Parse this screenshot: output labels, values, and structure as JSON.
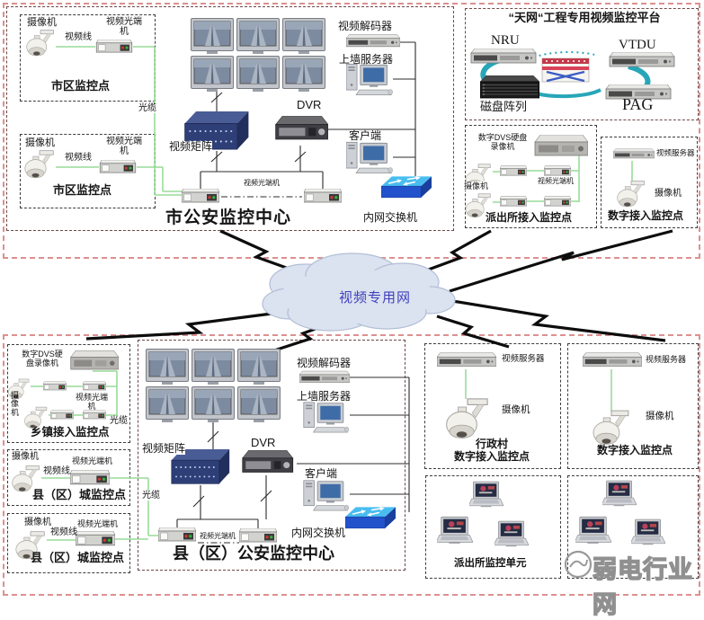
{
  "common": {
    "camera": "摄像机",
    "video_cable": "视频线",
    "optical_transceiver": "视频光端机",
    "fiber_optic": "光缆",
    "video_decoder": "视频解码器",
    "wall_server": "上墙服务器",
    "dvr": "DVR",
    "client": "客户端",
    "video_matrix": "视频矩阵",
    "intranet_switch": "内网交换机",
    "video_server": "视频服务器",
    "dvs_recorder": "数字DVS硬盘录像机"
  },
  "cloud": {
    "label": "视频专用网"
  },
  "city_center": {
    "title": "市公安监控中心",
    "urban_point_title": "市区监控点"
  },
  "skynet": {
    "title": "“天网“工程专用视频监控平台",
    "nru": "NRU",
    "vtdu": "VTDU",
    "disk_array": "磁盘阵列",
    "pag": "PAG"
  },
  "police_access": {
    "title": "派出所接入监控点"
  },
  "digital_access": {
    "title": "数字接入监控点"
  },
  "township": {
    "title": "乡镇接入监控点"
  },
  "county_town": {
    "title": "县（区）城监控点"
  },
  "county_center": {
    "title": "县（区）公安监控中心"
  },
  "village": {
    "line1": "行政村",
    "line2": "数字接入监控点"
  },
  "station_unit": {
    "title": "派出所监控单元"
  },
  "watermark": {
    "text": "弱电行业网"
  }
}
